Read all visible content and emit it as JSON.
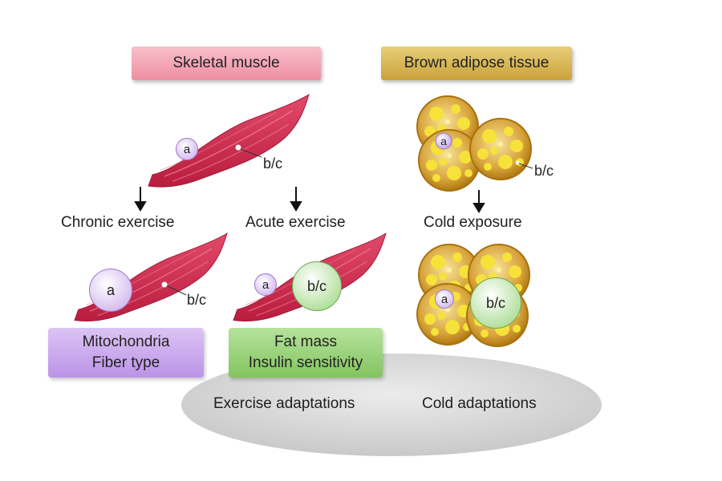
{
  "headers": {
    "skeletal_muscle": "Skeletal muscle",
    "brown_adipose": "Brown adipose tissue"
  },
  "labels": {
    "a": "a",
    "bc": "b/c"
  },
  "conditions": {
    "chronic": "Chronic exercise",
    "acute": "Acute exercise",
    "cold": "Cold exposure"
  },
  "outcomes": {
    "chronic": [
      "Mitochondria",
      "Fiber type"
    ],
    "acute": [
      "Fat mass",
      "Insulin sensitivity"
    ]
  },
  "adaptations": {
    "exercise": "Exercise adaptations",
    "cold": "Cold adaptations"
  },
  "colors": {
    "muscle": "#cc2c4e",
    "muscle_header": "#f2a0b0",
    "adipose_header": "#d4b24a",
    "adipose_cell": "#c98f1e",
    "lipid_droplet": "#f3e020",
    "purple_box": "#c9a6ec",
    "green_box": "#93d274",
    "ellipse": "#d7d7d7"
  }
}
